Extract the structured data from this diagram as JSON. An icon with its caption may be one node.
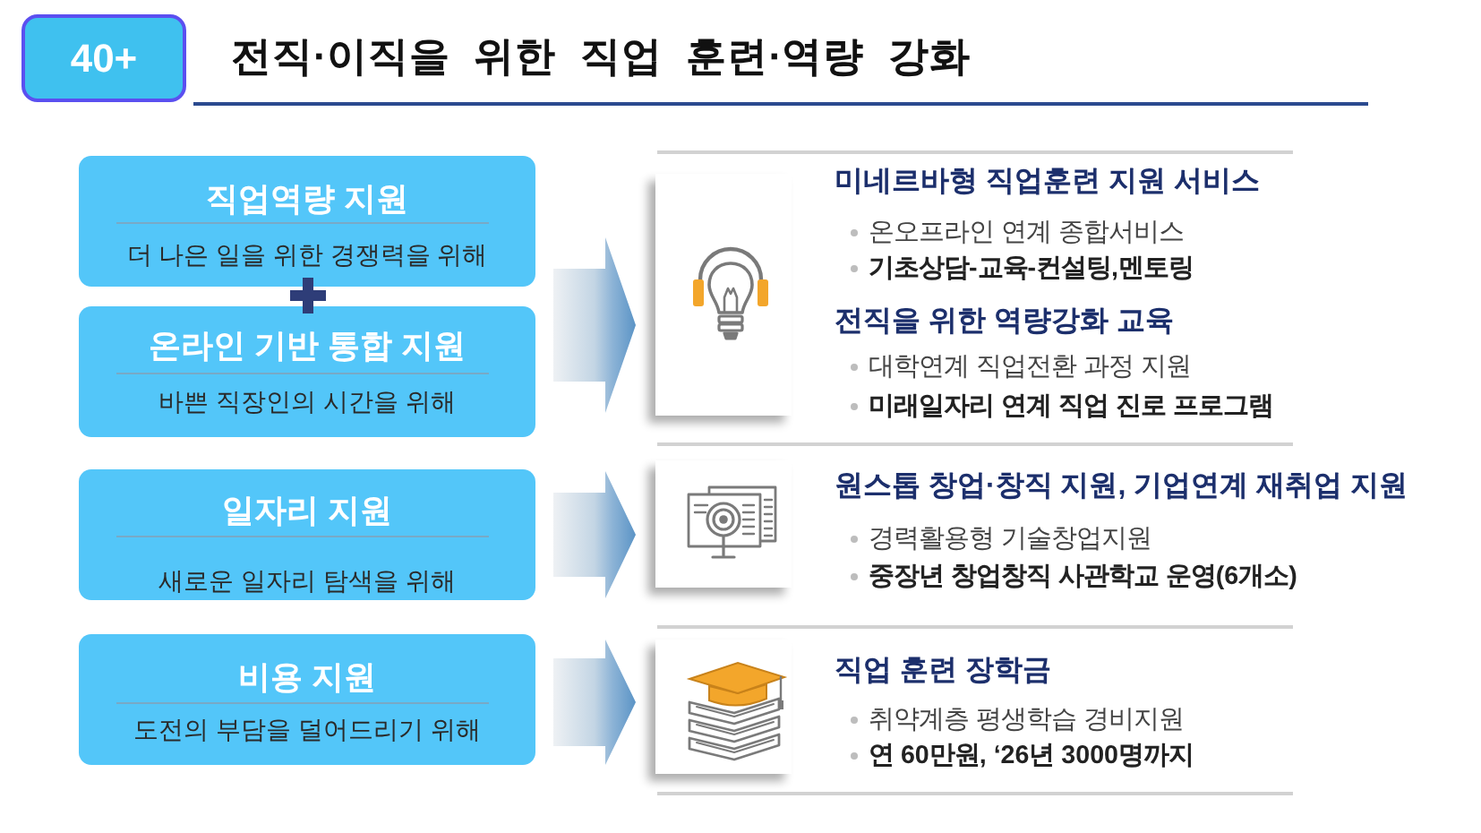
{
  "diagram": {
    "title": "전직·이직을 위한 직업 훈련·역량 강화",
    "nodes": [
      {
        "text": [
          "40+"
        ]
      },
      {
        "text": [
          "직업역량 지원",
          "더 나은 일을 위한 경쟁력을 위해"
        ]
      },
      {
        "text": [
          "온라인 기반 통합 지원",
          "바쁜 직장인의 시간을 위해"
        ]
      },
      {
        "text": [
          "일자리 지원",
          "새로운 일자리 탐색을 위해"
        ]
      },
      {
        "text": [
          "비용 지원",
          "도전의 부담을 덜어드리기 위해"
        ]
      },
      {
        "text": [],
        "shape": "picture",
        "beside": [
          "미네르바형 직업훈련 지원 서비스",
          "온오프라인 연계 종합서비스",
          "기초상담-교육-컨설팅,멘토링",
          "전직을 위한 역량강화 교육",
          "대학연계 직업전환 과정 지원",
          "미래일자리 연계 직업 진로 프로그램"
        ]
      },
      {
        "text": [],
        "shape": "picture",
        "beside": [
          "원스톱 창업·창직 지원, 기업연계 재취업 지원",
          "경력활용형 기술창업지원",
          "중장년 창업창직 사관학교 운영(6개소)"
        ]
      },
      {
        "text": [],
        "shape": "picture",
        "beside": [
          "직업 훈련 장학금",
          "취약계층 평생학습 경비지원",
          "연 60만원, ‘26년 3000명까지"
        ]
      }
    ],
    "edges": [
      {
        "from": 1,
        "to": 5,
        "arrow": "to"
      },
      {
        "from": 2,
        "to": 5,
        "arrow": "to"
      },
      {
        "from": 3,
        "to": 6,
        "arrow": "to"
      },
      {
        "from": 4,
        "to": 7,
        "arrow": "to"
      }
    ]
  }
}
